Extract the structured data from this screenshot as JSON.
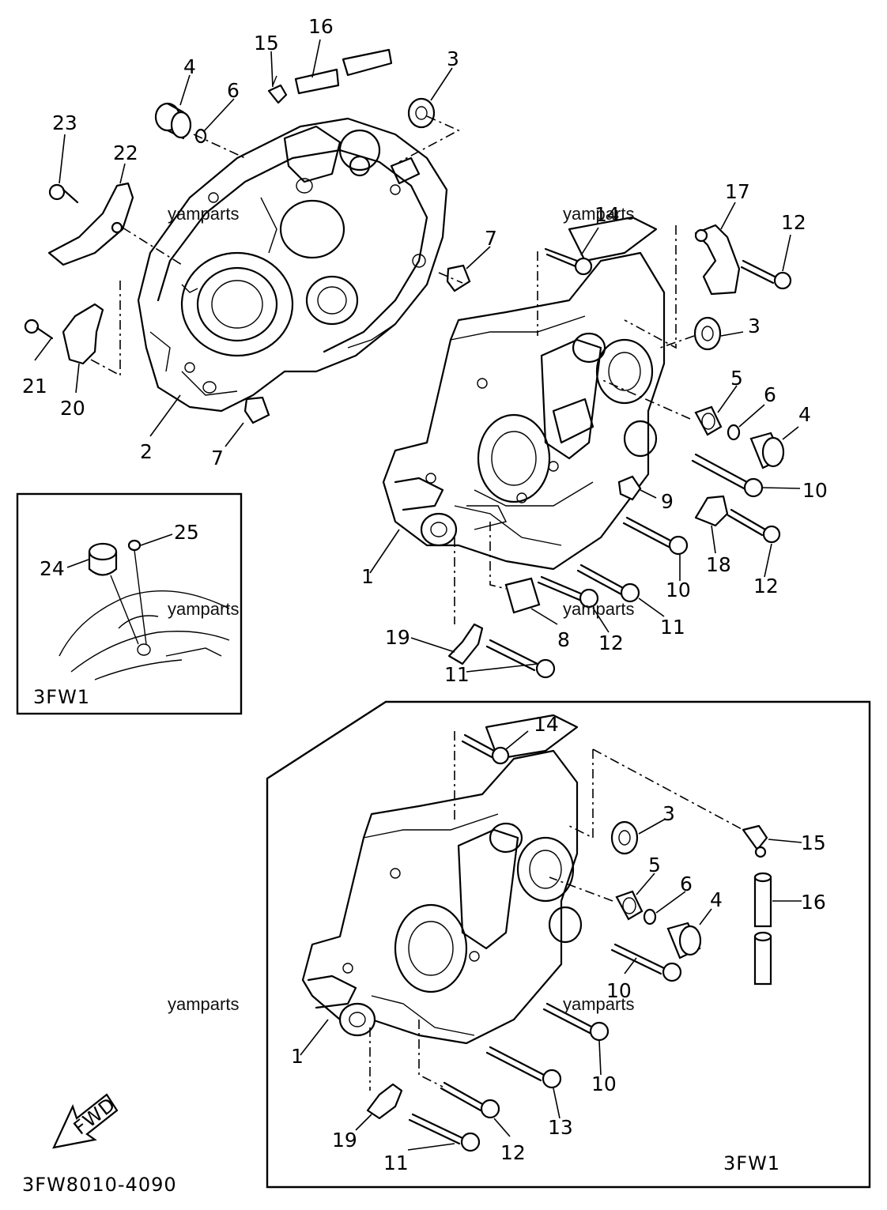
{
  "diagram": {
    "callouts": [
      "1",
      "2",
      "3",
      "4",
      "5",
      "6",
      "7",
      "8",
      "9",
      "10",
      "11",
      "12",
      "13",
      "14",
      "15",
      "16",
      "17",
      "18",
      "19",
      "20",
      "21",
      "22",
      "23",
      "24",
      "25"
    ],
    "watermark": "yamparts",
    "inset_label": "3FW1",
    "lower_box_label": "3FW1",
    "fwd_label": "FWD",
    "diagram_code": "3FW8010-4090"
  }
}
